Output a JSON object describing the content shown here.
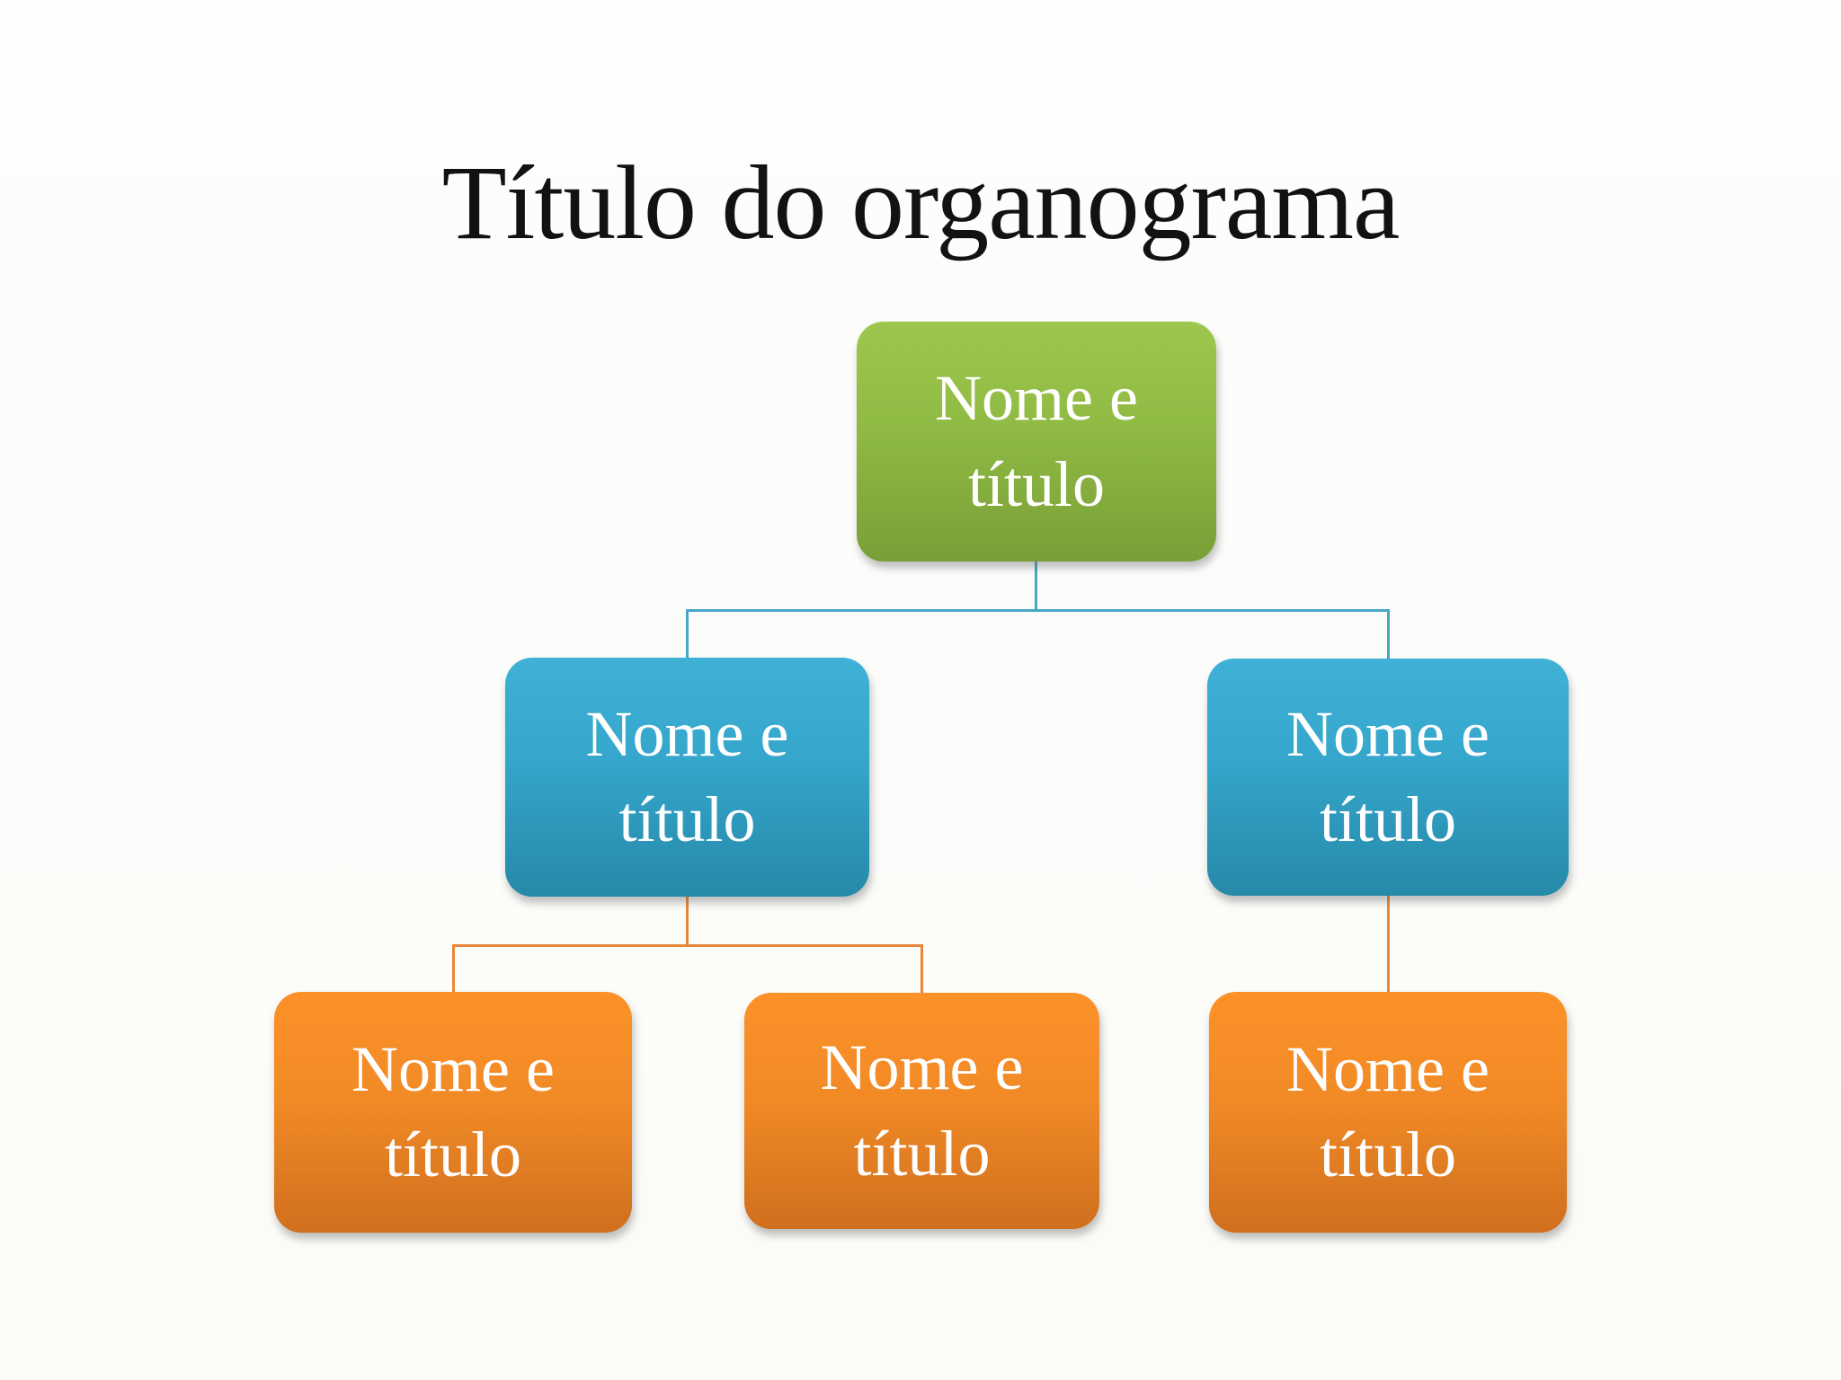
{
  "title": "Título do organograma",
  "chart": {
    "type": "org-chart",
    "nodes": [
      {
        "id": "root",
        "label": "Nome e\ntítulo",
        "level": 1,
        "color_name": "green",
        "parent": null
      },
      {
        "id": "left",
        "label": "Nome e\ntítulo",
        "level": 2,
        "color_name": "blue",
        "parent": "root"
      },
      {
        "id": "right",
        "label": "Nome e\ntítulo",
        "level": 2,
        "color_name": "blue",
        "parent": "root"
      },
      {
        "id": "left-child-1",
        "label": "Nome e\ntítulo",
        "level": 3,
        "color_name": "orange",
        "parent": "left"
      },
      {
        "id": "left-child-2",
        "label": "Nome e\ntítulo",
        "level": 3,
        "color_name": "orange",
        "parent": "left"
      },
      {
        "id": "right-child-1",
        "label": "Nome e\ntítulo",
        "level": 3,
        "color_name": "orange",
        "parent": "right"
      }
    ],
    "colors": {
      "green_top": "#9ec64e",
      "green_bottom": "#799e38",
      "blue_top": "#40b1d6",
      "blue_bottom": "#2689a8",
      "orange_top": "#fc9129",
      "orange_bottom": "#d06f1e",
      "connector_teal": "#45a7c6",
      "connector_orange": "#e8873b",
      "title_text": "#121212",
      "node_text": "#ffffff",
      "background": "#fbfbf8"
    }
  }
}
